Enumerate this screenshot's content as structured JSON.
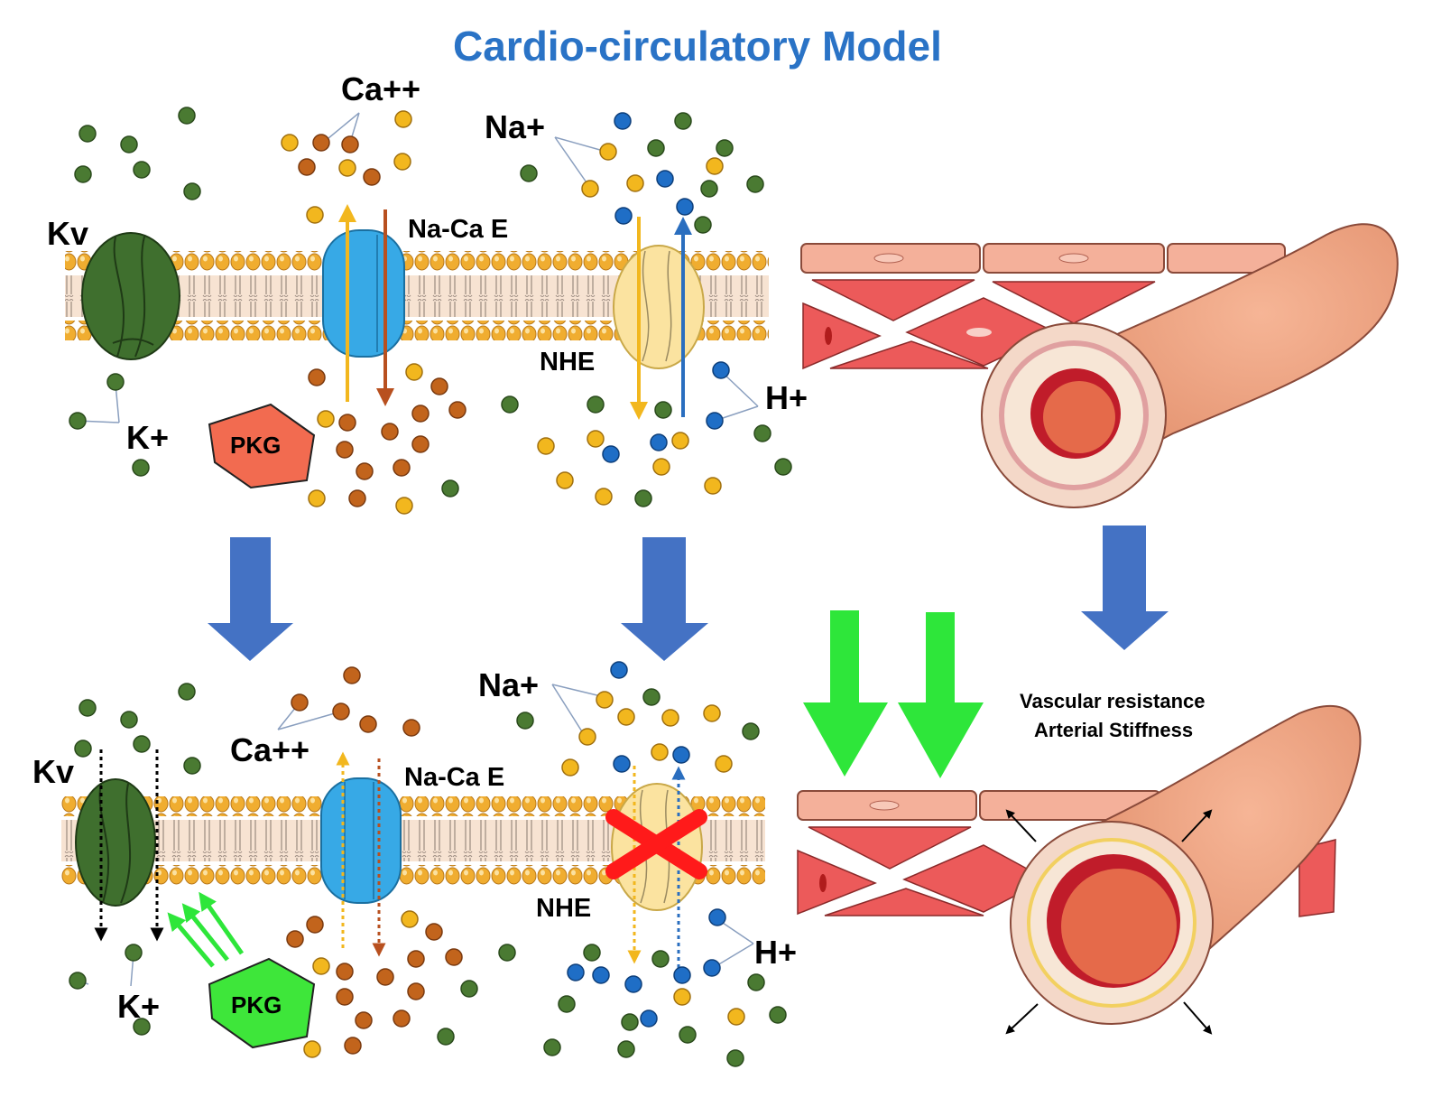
{
  "title": "Cardio-circulatory Model",
  "colors": {
    "title_blue": "#2a73c6",
    "potassium": "#4a7a32",
    "calcium": "#c2641c",
    "sodium": "#f2b71e",
    "hydrogen": "#1f6ec6",
    "kv_channel": "#3f6f2e",
    "exchanger": "#37a9e6",
    "nhe": "#fbe3a0",
    "pkg_top": "#f26b50",
    "pkg_bottom": "#3ee63a",
    "block_arrow": "#4472c4",
    "green_arrow": "#2ee63a",
    "inhibit_cross": "#ff1a1a",
    "vessel": "#e9936f",
    "smooth_muscle": "#ec5a5a"
  },
  "top_panel": {
    "kv_label": "Kv",
    "ca_label": "Ca++",
    "na_label": "Na+",
    "exchanger_label": "Na-Ca E",
    "nhe_label": "NHE",
    "h_label": "H+",
    "k_label": "K+",
    "pkg_label": "PKG"
  },
  "bottom_panel": {
    "kv_label": "Kv",
    "ca_label": "Ca++",
    "na_label": "Na+",
    "exchanger_label": "Na-Ca E",
    "nhe_label": "NHE",
    "h_label": "H+",
    "k_label": "K+",
    "pkg_label": "PKG"
  },
  "vessel_annotation": {
    "line1": "Vascular resistance",
    "line2": "Arterial Stiffness"
  },
  "icons": {
    "inhibition": "red-cross-icon",
    "transition": "down-block-arrow-icon",
    "decrease": "green-down-arrow-icon",
    "activation": "green-triple-arrow-icon",
    "dilation": "outward-arrow-icon"
  }
}
